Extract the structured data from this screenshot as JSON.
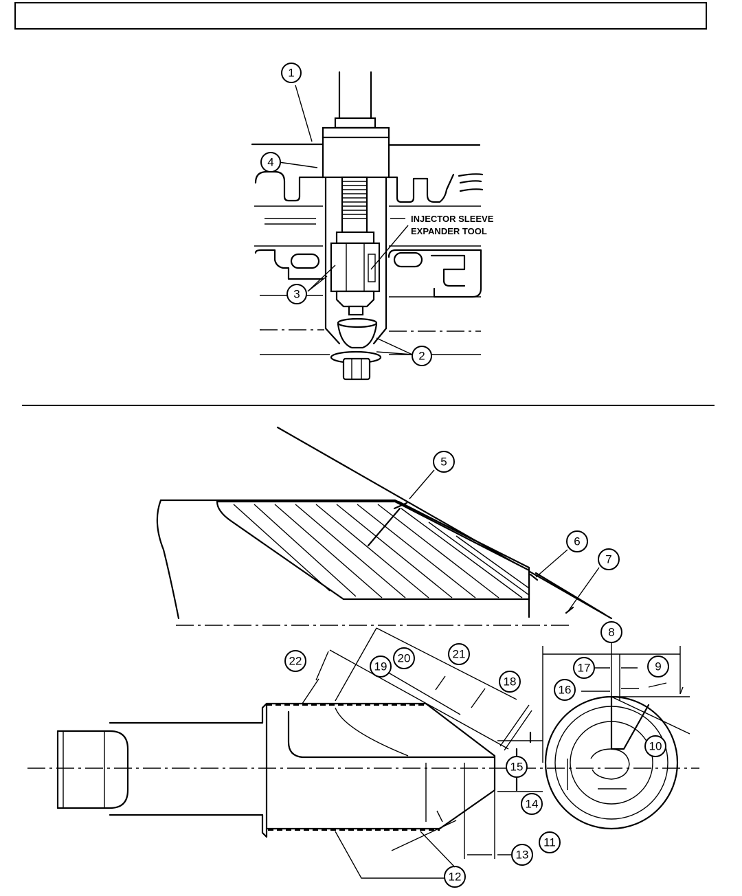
{
  "title_box": {
    "text": ""
  },
  "tool_label": {
    "line1": "INJECTOR SLEEVE",
    "line2": "EXPANDER TOOL"
  },
  "callouts": {
    "c1": "1",
    "c2": "2",
    "c3": "3",
    "c4": "4",
    "c5": "5",
    "c6": "6",
    "c7": "7",
    "c8": "8",
    "c9": "9",
    "c10": "10",
    "c11": "11",
    "c12": "12",
    "c13": "13",
    "c14": "14",
    "c15": "15",
    "c16": "16",
    "c17": "17",
    "c18": "18",
    "c19": "19",
    "c20": "20",
    "c21": "21",
    "c22": "22"
  }
}
